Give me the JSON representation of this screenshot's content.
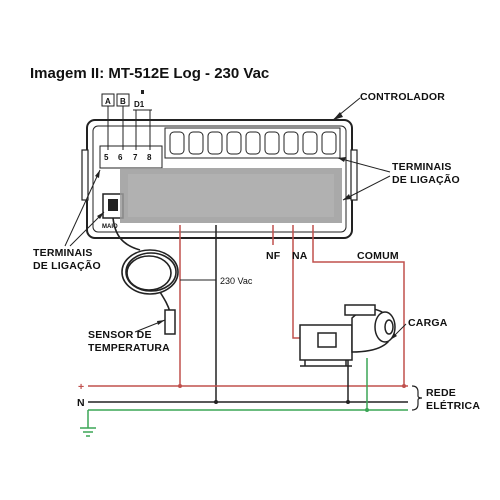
{
  "title": "Imagem II: MT-512E Log - 230 Vac",
  "labels": {
    "controlador": "CONTROLADOR",
    "terminais_right_1": "TERMINAIS",
    "terminais_right_2": "DE LIGAÇÃO",
    "terminais_left_1": "TERMINAIS",
    "terminais_left_2": "DE LIGAÇÃO",
    "sensor_1": "SENSOR DE",
    "sensor_2": "TEMPERATURA",
    "voltage": "230 Vac",
    "nf": "NF",
    "na": "NA",
    "comum": "COMUM",
    "carga": "CARGA",
    "rede_1": "REDE",
    "rede_2": "ELÉTRICA",
    "plus": "+",
    "neutral": "N"
  },
  "connector": {
    "a": "A",
    "b": "B",
    "d1": "D1"
  },
  "colors": {
    "line": "#222222",
    "phase": "#c0504d",
    "ground": "#3aa655",
    "blur": "#9a9a9a"
  }
}
